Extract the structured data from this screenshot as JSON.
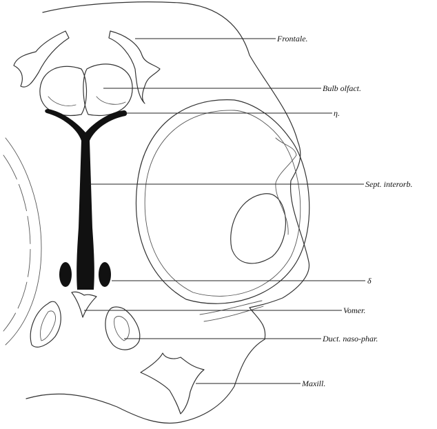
{
  "labels": {
    "frontale": "Frontale.",
    "bulb_olfact": "Bulb olfact.",
    "eta": "η.",
    "sept_interorb": "Sept. interorb.",
    "delta": "δ",
    "vomer": "Vomer.",
    "duct_naso_phar": "Duct. naso-phar.",
    "maxill": "Maxill."
  }
}
